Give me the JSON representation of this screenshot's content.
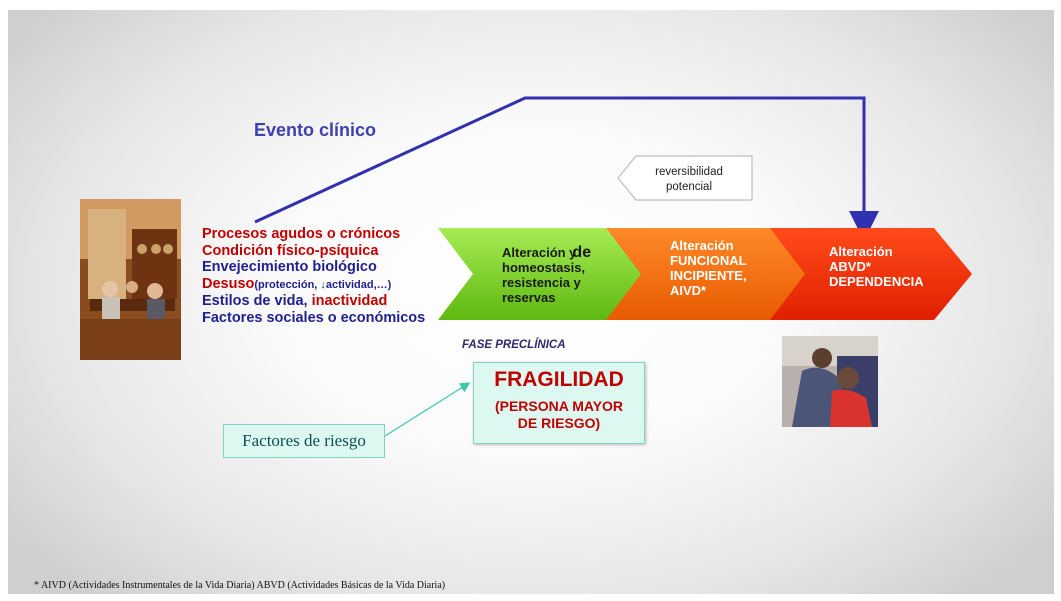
{
  "evento": "Evento clínico",
  "factors": {
    "line1": "Procesos agudos o crónicos",
    "line2": "Condición físico-psíquica",
    "line3": "Envejecimiento biológico",
    "line4_main": "Desuso",
    "line4_small": "(protección, ↓actividad,…)",
    "line5_a": "Estilos de vida, ",
    "line5_b": "inactividad",
    "line6": "Factores sociales o económicos"
  },
  "stages": {
    "s1_l1": "Alteración y",
    "s1_de": "de",
    "s1_l2": "homeostasis,",
    "s1_l3": "resistencia y",
    "s1_l4": "reservas",
    "s2_l1": "Alteración",
    "s2_l2": "FUNCIONAL",
    "s2_l3": "INCIPIENTE,",
    "s2_l4": "AIVD*",
    "s3_l1": "Alteración",
    "s3_l2": "ABVD*",
    "s3_l3": "DEPENDENCIA"
  },
  "reversibilidad_l1": "reversibilidad",
  "reversibilidad_l2": "potencial",
  "fase": "FASE PRECLÍNICA",
  "fragilidad": {
    "title": "FRAGILIDAD",
    "sub_l1": "(PERSONA MAYOR",
    "sub_l2": "DE RIESGO)"
  },
  "factores_riesgo": "Factores de riesgo",
  "footnote": "* AIVD (Actividades  Instrumentales  de la Vida Diaria)  ABVD (Actividades  Básicas  de la Vida Diaria)",
  "colors": {
    "stage1": "#7ed321",
    "stage2": "#ff6a00",
    "stage3": "#f52a00",
    "arrow_line": "#3030b0",
    "red_text": "#c00000",
    "blue_text": "#1f1f8f"
  },
  "icons": {
    "left_photo": "elderly-people-dining-room-photo",
    "right_photo": "caregiver-elderly-woman-photo"
  }
}
